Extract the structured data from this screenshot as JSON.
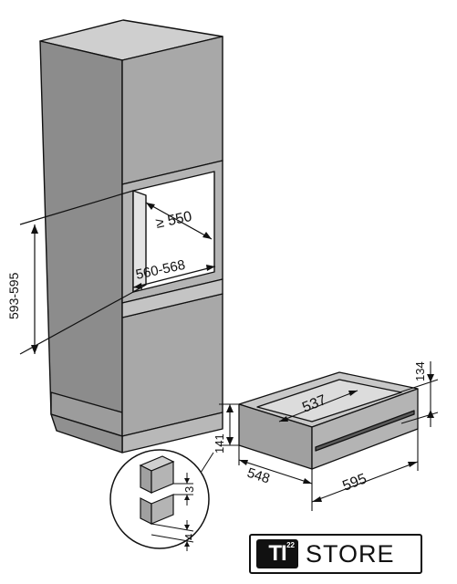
{
  "dimensions": {
    "niche_depth": "≥ 550",
    "niche_width": "560-568",
    "niche_height": "593-595",
    "drawer_inner_depth": "537",
    "drawer_width": "595",
    "drawer_depth": "548",
    "drawer_height": "141",
    "front_height": "134",
    "gap_top": "3",
    "gap_bottom": "4"
  },
  "logo": {
    "mark": "TI",
    "superscript": "22",
    "word": "STORE"
  },
  "colors": {
    "cabinet_face": "#a8a8a8",
    "cabinet_side": "#8c8c8c",
    "cabinet_top": "#cfcfcf",
    "niche_interior": "#ffffff",
    "line": "#111111"
  }
}
